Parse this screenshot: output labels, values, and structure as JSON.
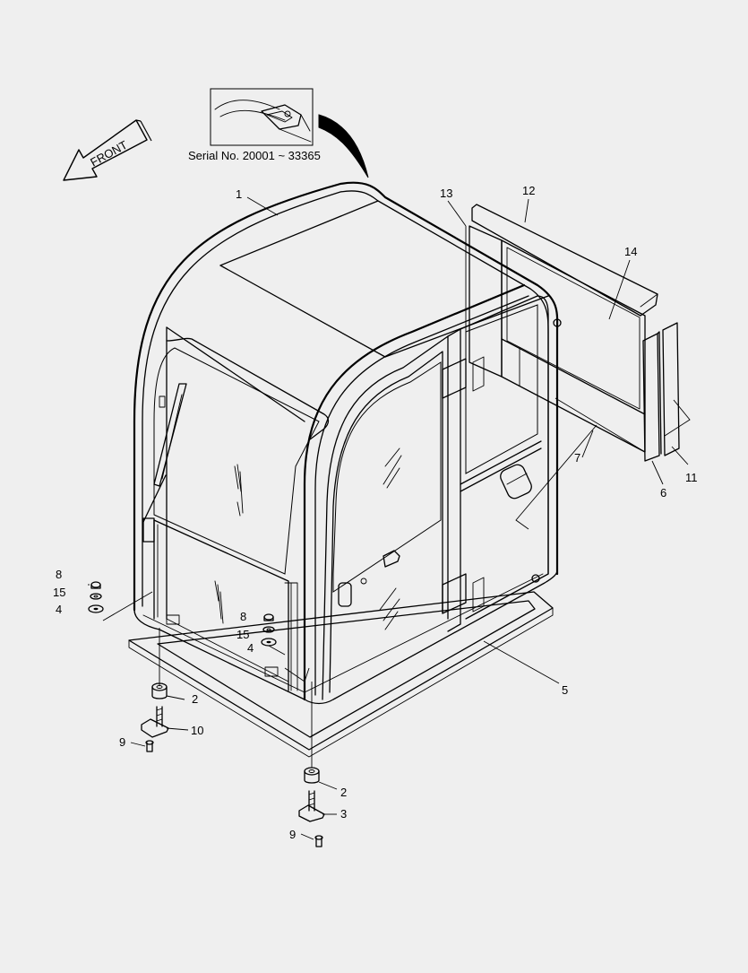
{
  "inset": {
    "serial_text": "Serial No. 20001 ~ 33365"
  },
  "direction_arrow": {
    "label": "FRONT"
  },
  "callouts": [
    {
      "id": "c1",
      "label": "1"
    },
    {
      "id": "c12",
      "label": "12"
    },
    {
      "id": "c13",
      "label": "13"
    },
    {
      "id": "c14",
      "label": "14"
    },
    {
      "id": "c7",
      "label": "7"
    },
    {
      "id": "c11",
      "label": "11"
    },
    {
      "id": "c6",
      "label": "6"
    },
    {
      "id": "c5",
      "label": "5"
    },
    {
      "id": "c8a",
      "label": "8"
    },
    {
      "id": "c15a",
      "label": "15"
    },
    {
      "id": "c4a",
      "label": "4"
    },
    {
      "id": "c8b",
      "label": "8"
    },
    {
      "id": "c15b",
      "label": "15"
    },
    {
      "id": "c4b",
      "label": "4"
    },
    {
      "id": "c2a",
      "label": "2"
    },
    {
      "id": "c10",
      "label": "10"
    },
    {
      "id": "c9a",
      "label": "9"
    },
    {
      "id": "c2b",
      "label": "2"
    },
    {
      "id": "c3",
      "label": "3"
    },
    {
      "id": "c9b",
      "label": "9"
    }
  ]
}
